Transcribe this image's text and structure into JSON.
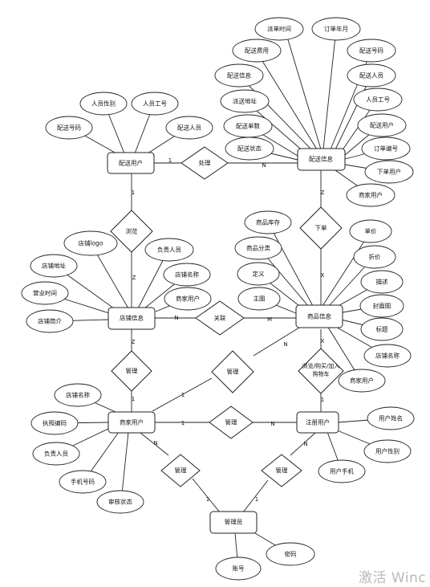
{
  "entities": {
    "delivery_user": "配送用户",
    "delivery_info": "配送信息",
    "shop_info": "店铺信息",
    "product_info": "商品信息",
    "merchant_user": "商家用户",
    "registered_user": "注册用户",
    "admin": "管理员"
  },
  "relations": {
    "handle": "处理",
    "browse": "浏览",
    "related": "关联",
    "manage_shop": "管理",
    "manage_product": "管理",
    "manage_users": "管理",
    "admin_manage_left": "管理",
    "admin_manage_right": "管理",
    "place_order": "下单",
    "view_buy": "浏览/购买/加入购物车"
  },
  "attributes": {
    "delivery_user": [
      "配送号码",
      "人员性别",
      "人员工号",
      "配送人员"
    ],
    "delivery_info": [
      "派单时间",
      "订单年月",
      "配送费用",
      "配送号码",
      "配送信息",
      "配送人员",
      "派送地址",
      "人员工号",
      "配送单数",
      "配送用户",
      "配送状态",
      "订单编号",
      "下单用户",
      "商家用户"
    ],
    "shop_info": [
      "店铺logo",
      "店铺地址",
      "负责人员",
      "店铺名称",
      "营业时间",
      "商家用户",
      "店铺简介"
    ],
    "product_info": [
      "商品库存",
      "商品分类",
      "单价",
      "定义",
      "折价",
      "主图",
      "描述",
      "封面图",
      "标题",
      "店铺名称",
      "商家用户"
    ],
    "merchant_user": [
      "店铺名称",
      "执照编码",
      "负责人员",
      "手机号码",
      "审核状态"
    ],
    "registered_user": [
      "用户姓名",
      "用户性别",
      "用户手机"
    ],
    "admin": [
      "账号",
      "密码"
    ]
  },
  "cardinalities": {
    "du_handle": "1",
    "handle_di": "N",
    "du_browse": "1",
    "browse_shop": "Z",
    "di_order": "Z",
    "order_prod": "X",
    "shop_rel": "N",
    "rel_prod": "M",
    "shop_manage": "Z",
    "manage_merchant": "1",
    "merchant_manage_prod": "1",
    "manage_prod": "N",
    "merchant_manage_reg": "1",
    "manage_reg": "N",
    "prod_view": "X",
    "view_reg": "1",
    "merchant_admin": "N",
    "admin_left": "1",
    "reg_admin": "N",
    "admin_right": "1"
  },
  "watermark": "激活 Winc"
}
